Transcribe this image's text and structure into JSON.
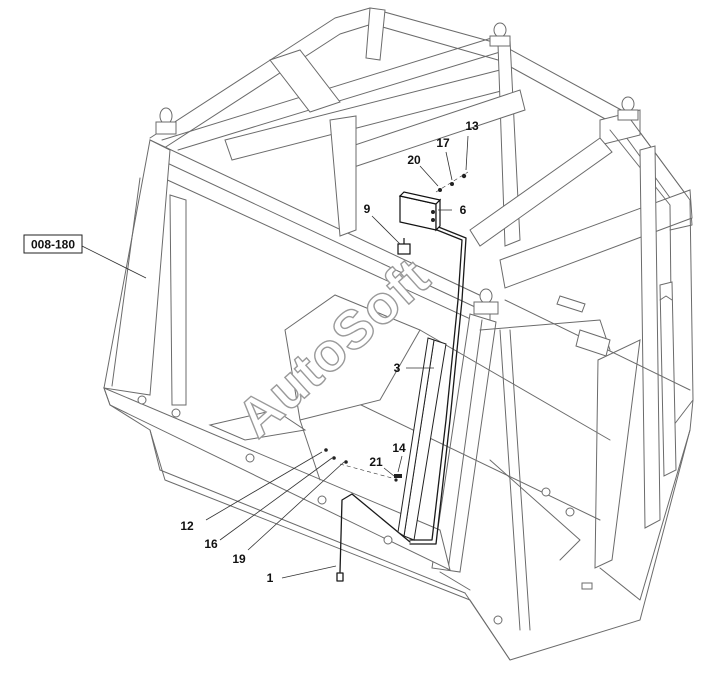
{
  "reference": "008-180",
  "watermark": "AutoSoft",
  "callouts": {
    "c1": "1",
    "c3": "3",
    "c6": "6",
    "c9": "9",
    "c12": "12",
    "c13": "13",
    "c14": "14",
    "c16": "16",
    "c17": "17",
    "c19": "19",
    "c20": "20",
    "c21": "21"
  },
  "colors": {
    "line": "#6b6b6b",
    "ink": "#111111",
    "background": "#ffffff"
  }
}
